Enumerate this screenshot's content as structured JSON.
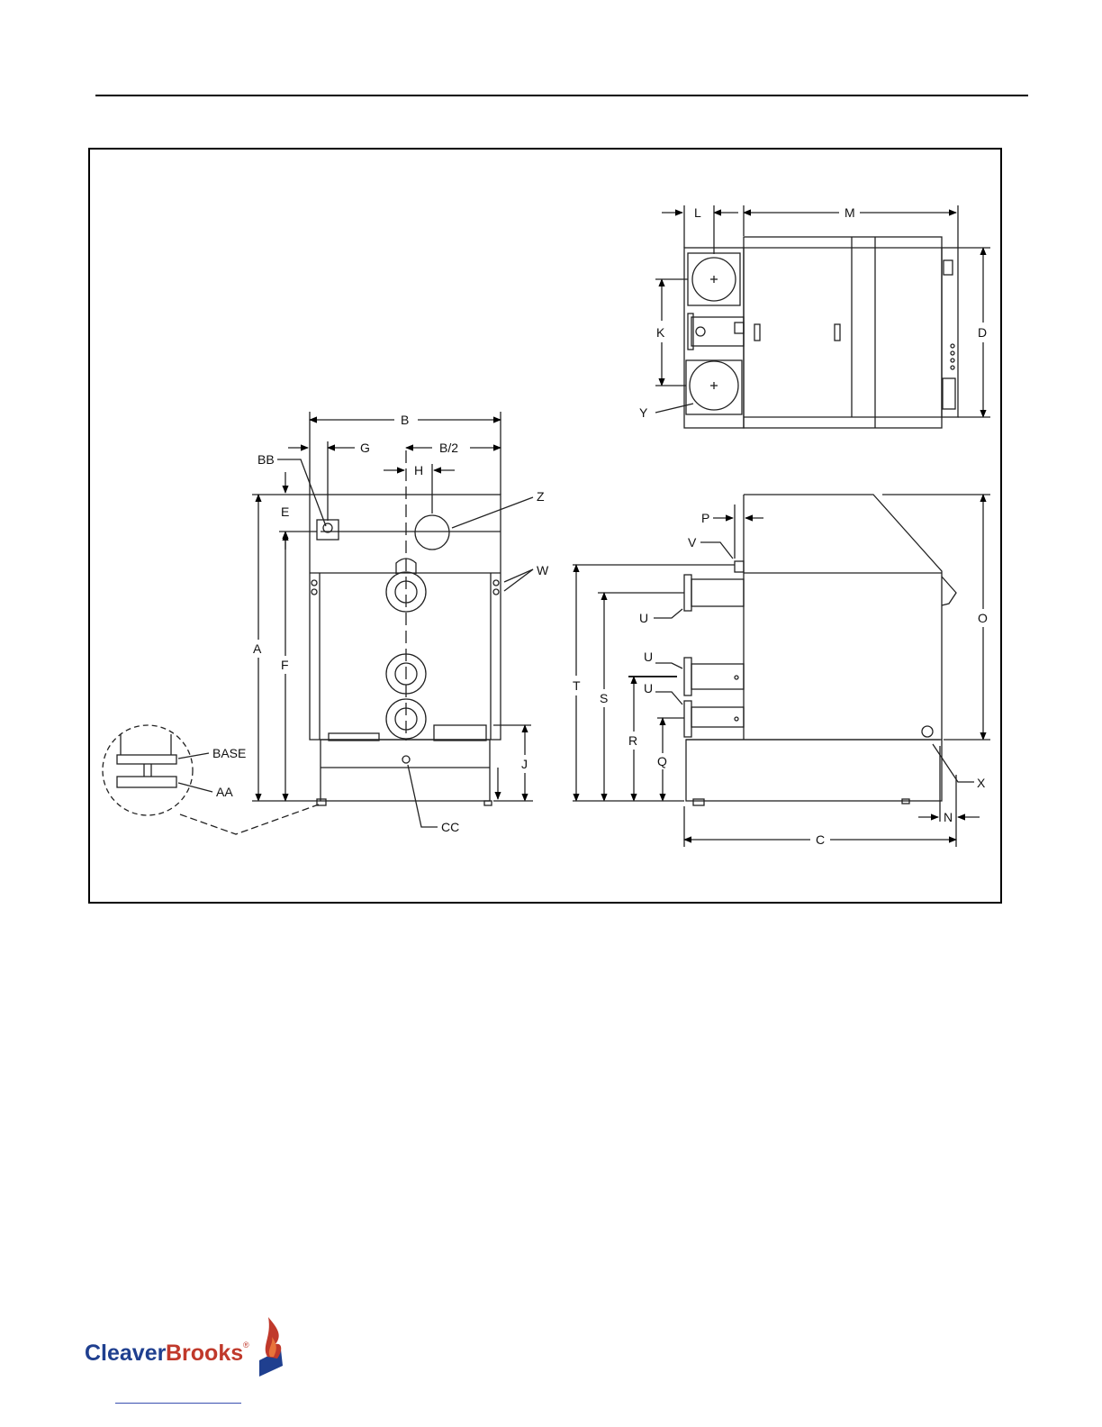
{
  "labels": {
    "L": "L",
    "M": "M",
    "K": "K",
    "D": "D",
    "Y": "Y",
    "B": "B",
    "G": "G",
    "B2": "B/2",
    "BB": "BB",
    "H": "H",
    "Z": "Z",
    "E": "E",
    "W": "W",
    "A": "A",
    "F": "F",
    "J": "J",
    "CC": "CC",
    "BASE": "BASE",
    "AA": "AA",
    "P": "P",
    "V": "V",
    "U1": "U",
    "U2": "U",
    "U3": "U",
    "T": "T",
    "S": "S",
    "R": "R",
    "Q": "Q",
    "O": "O",
    "X": "X",
    "N": "N",
    "C": "C"
  },
  "logo": {
    "text_cleaver": "Cleaver",
    "text_brooks": "Brooks",
    "mark": "®",
    "brand_blue": "#1f3f8f",
    "brand_red": "#c0392b"
  }
}
